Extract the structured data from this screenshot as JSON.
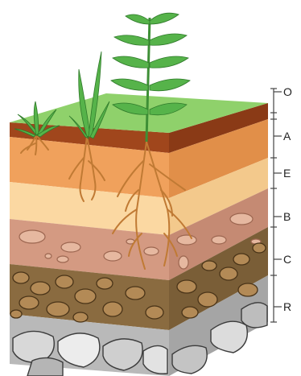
{
  "horizons": [
    {
      "code": "O",
      "color": "#a0461c"
    },
    {
      "code": "A",
      "color": "#f0a15c"
    },
    {
      "code": "E",
      "color": "#fbd8a2"
    },
    {
      "code": "B",
      "color": "#d49a82"
    },
    {
      "code": "C",
      "color": "#8a6b40"
    },
    {
      "code": "R",
      "color": "#b9b9b9"
    }
  ],
  "surface_color": "#8fd16b",
  "plant_color": "#56b34a",
  "root_color": "#c07a34"
}
